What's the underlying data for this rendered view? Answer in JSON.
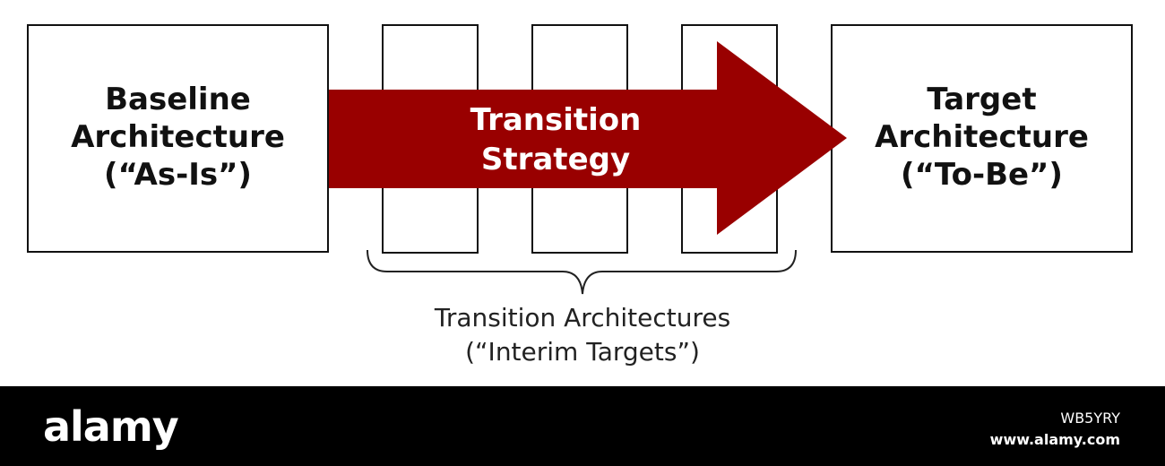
{
  "baseline": {
    "lines": [
      "Baseline",
      "Architecture",
      "(“As-Is”)"
    ]
  },
  "target": {
    "lines": [
      "Target",
      "Architecture",
      "(“To-Be”)"
    ]
  },
  "arrow": {
    "lines": [
      "Transition",
      "Strategy"
    ],
    "color": "#990000"
  },
  "interim": {
    "lines": [
      "Transition Architectures",
      "(“Interim Targets”)"
    ]
  },
  "footer": {
    "logo": "alamy",
    "code": "WB5YRY",
    "url": "www.alamy.com"
  }
}
